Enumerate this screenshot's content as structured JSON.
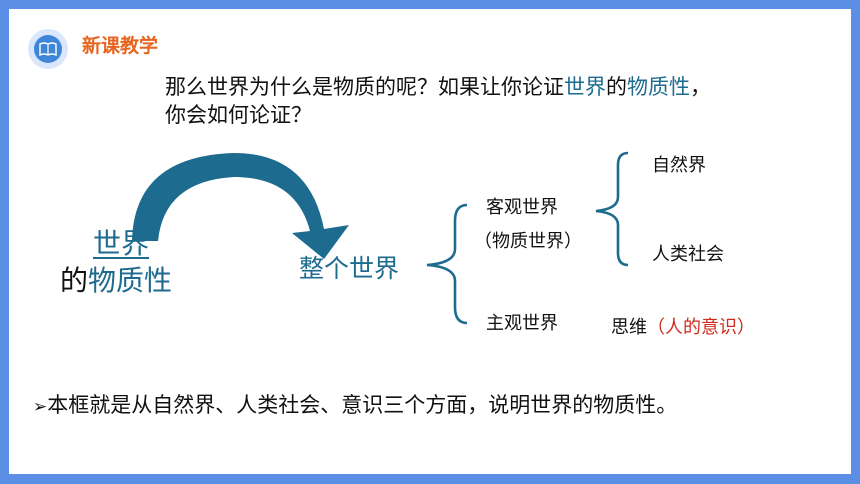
{
  "header": {
    "section_title": "新课教学",
    "icon": "book-icon"
  },
  "question": {
    "line1_prefix": "那么世界为什么是物质的呢？如果让你论证",
    "line1_hl1": "世界",
    "line1_mid": "的",
    "line1_hl2": "物质性",
    "line1_end": "，",
    "line2": "你会如何论证？"
  },
  "left": {
    "world": "世界",
    "of": "的",
    "materiality": "物质性"
  },
  "diagram": {
    "whole_world": "整个世界",
    "objective_world": "客观世界",
    "material_world": "（物质世界）",
    "nature": "自然界",
    "human_society": "人类社会",
    "subjective_world": "主观世界",
    "thinking": "思维",
    "consciousness": "（人的意识）"
  },
  "summary": {
    "bullet": "➢",
    "text": "本框就是从自然界、人类社会、意识三个方面，说明世界的物质性。"
  },
  "colors": {
    "frame": "#5b8fe6",
    "accent_orange": "#e8651f",
    "accent_blue": "#1d6b8f",
    "accent_red": "#d02a1f",
    "arrow": "#1d6b8f"
  }
}
